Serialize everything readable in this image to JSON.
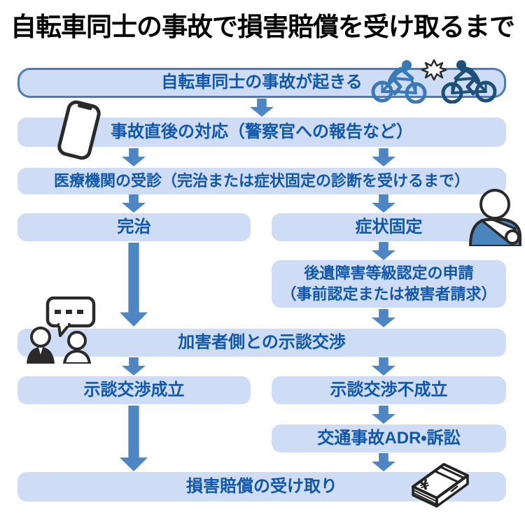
{
  "title": "自転車同士の事故で損害賠償を受け取るまで",
  "colors": {
    "box_fill": "#cfdcf6",
    "box1_border": "#4a7cba",
    "box_text": "#1157a8",
    "arrow": "#4e86c3",
    "title_text": "#000000",
    "bike_left": "#3b79b6",
    "bike_right": "#1d4f78",
    "person_blue": "#4a86bd",
    "icon_outline": "#2a2a2a"
  },
  "flow": {
    "accident": "自転車同士の事故が起きる",
    "immediate_response": "事故直後の対応（警察官への報告など）",
    "medical_visit": "医療機関の受診（完治または症状固定の診断を受けるまで）",
    "full_recovery": "完治",
    "symptom_fixed": "症状固定",
    "disability_line1": "後遺障害等級認定の申請",
    "disability_line2": "（事前認定または被害者請求）",
    "negotiation": "加害者側との示談交渉",
    "settlement_success": "示談交渉成立",
    "settlement_failure": "示談交渉不成立",
    "adr_lawsuit": "交通事故ADR・訴訟",
    "receive_compensation": "損害賠償の受け取り"
  },
  "icons": {
    "bicycle_collision": "two cyclists colliding with impact star",
    "smartphone": "tilted smartphone",
    "injured_person": "person with arm in a sling",
    "conversation": "two people talking with speech bubble",
    "money": "stack of yen banknotes"
  }
}
